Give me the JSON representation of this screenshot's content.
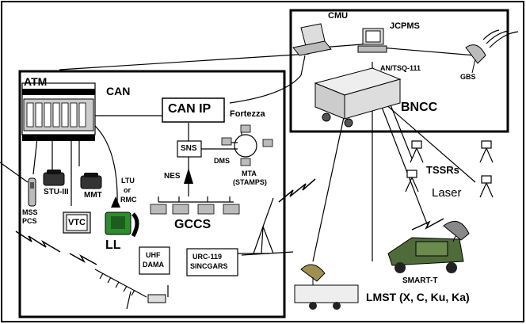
{
  "colors": {
    "ink": "#000000",
    "phone_green": "#2e8b2e",
    "vehicle_green": "#4f6b3a",
    "panel_gray": "#c8c8c8",
    "dark_gray": "#555555"
  },
  "labels": {
    "atm": "ATM",
    "can": "CAN",
    "can_ip": "CAN IP",
    "fortezza": "Fortezza",
    "sns": "SNS",
    "dms": "DMS",
    "mta": "MTA",
    "stamps": "(STAMPS)",
    "nes": "NES",
    "stu_iii": "STU-III",
    "mmt": "MMT",
    "ltu": "LTU",
    "or": "or",
    "rmc": "RMC",
    "vtc": "VTC",
    "mss": "MSS",
    "pcs": "PCS",
    "ll": "LL",
    "gccs": "GCCS",
    "uhf": "UHF",
    "dama": "DAMA",
    "urc": "URC-119",
    "sincgars": "SINCGARS",
    "cmu": "CMU",
    "jcpms": "JCPMS",
    "an_tsq": "AN/TSQ-111",
    "gbs": "GBS",
    "bncc": "BNCC",
    "tssrs": "TSSRs",
    "laser": "Laser",
    "smart_t": "SMART-T",
    "lmst": "LMST (X, C, Ku, Ka)"
  },
  "icons": [
    "atm-switch-rack",
    "phone-icon",
    "laptop-icon",
    "desktop-icon",
    "satellite-dish-icon",
    "shelter-truck-icon",
    "humvee-icon",
    "tripod-icon",
    "antenna-icon",
    "lightning-icon"
  ]
}
